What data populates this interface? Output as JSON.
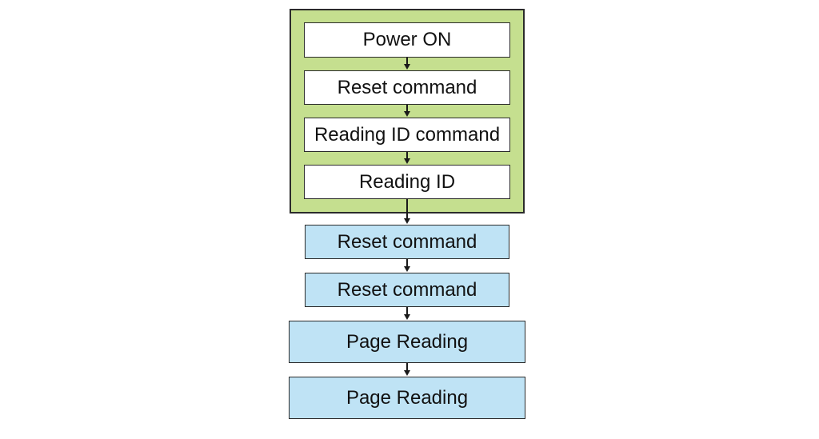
{
  "colors": {
    "group_fill": "#c5df8f",
    "inner_box_fill": "#ffffff",
    "outer_box_fill": "#bfe3f5",
    "stroke": "#2b2b2b"
  },
  "steps": [
    {
      "label": "Power ON"
    },
    {
      "label": "Reset command"
    },
    {
      "label": "Reading ID command"
    },
    {
      "label": "Reading ID"
    },
    {
      "label": "Reset command"
    },
    {
      "label": "Reset command"
    },
    {
      "label": "Page Reading"
    },
    {
      "label": "Page Reading"
    }
  ]
}
